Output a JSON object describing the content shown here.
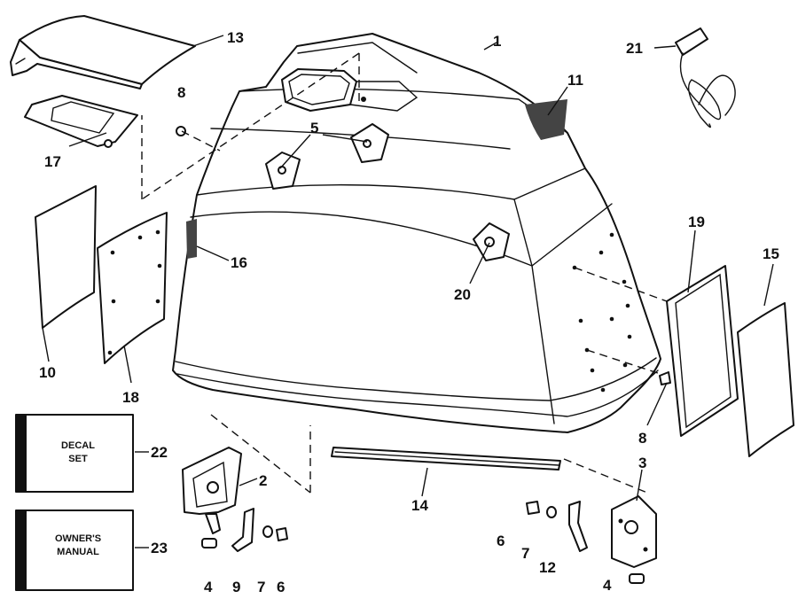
{
  "callouts": {
    "c1": "1",
    "c2": "2",
    "c3": "3",
    "c4a": "4",
    "c4b": "4",
    "c5": "5",
    "c6a": "6",
    "c6b": "6",
    "c7a": "7",
    "c7b": "7",
    "c8a": "8",
    "c8b": "8",
    "c9": "9",
    "c10": "10",
    "c11": "11",
    "c12": "12",
    "c13": "13",
    "c14": "14",
    "c15": "15",
    "c16": "16",
    "c17": "17",
    "c18": "18",
    "c19": "19",
    "c20": "20",
    "c21": "21",
    "c22": "22",
    "c23": "23"
  },
  "boxes": {
    "decal_line1": "DECAL",
    "decal_line2": "SET",
    "manual_line1": "OWNER'S",
    "manual_line2": "MANUAL"
  }
}
